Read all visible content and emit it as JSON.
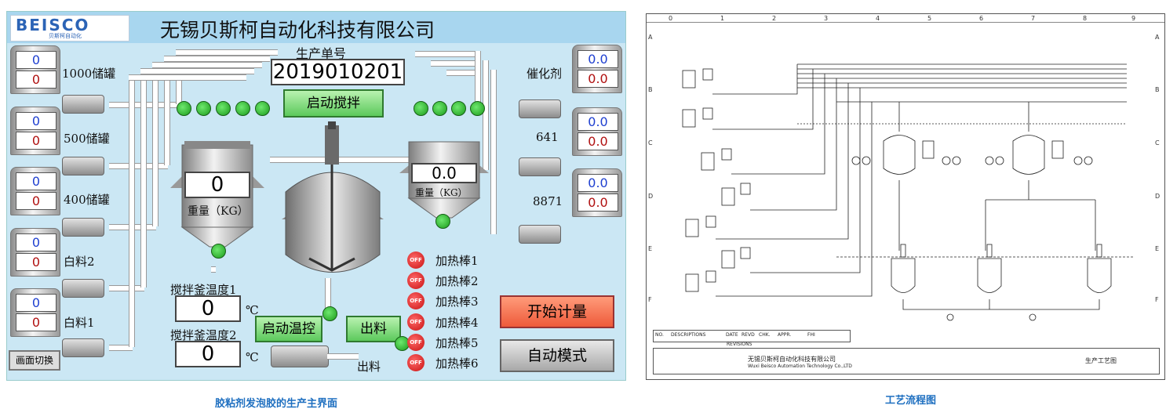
{
  "hmi": {
    "company_name": "无锡贝斯柯自动化科技有限公司",
    "logo_text": "BEISCO",
    "logo_sub": "贝斯柯自动化",
    "order_label": "生产单号",
    "order_number": "2019010201",
    "storage_tanks": [
      {
        "label": "1000储罐",
        "value_top": "0",
        "value_bottom": "0"
      },
      {
        "label": "500储罐",
        "value_top": "0",
        "value_bottom": "0"
      },
      {
        "label": "400储罐",
        "value_top": "0",
        "value_bottom": "0"
      },
      {
        "label": "白料2",
        "value_top": "0",
        "value_bottom": "0"
      },
      {
        "label": "白料1",
        "value_top": "0",
        "value_bottom": "0"
      }
    ],
    "right_tanks": [
      {
        "label": "催化剂",
        "value_top": "0.0",
        "value_bottom": "0.0"
      },
      {
        "label": "641",
        "value_top": "0.0",
        "value_bottom": "0.0"
      },
      {
        "label": "8871",
        "value_top": "0.0",
        "value_bottom": "0.0"
      }
    ],
    "start_mix_button": "启动搅拌",
    "left_weigh": {
      "value": "0",
      "unit_label": "重量（KG）"
    },
    "right_weigh": {
      "value": "0.0",
      "unit_label": "重量（KG）"
    },
    "temp1": {
      "label": "搅拌釜温度1",
      "value": "0",
      "unit": "℃"
    },
    "temp2": {
      "label": "搅拌釜温度2",
      "value": "0",
      "unit": "℃"
    },
    "start_temp_button": "启动温控",
    "discharge_button": "出料",
    "discharge_label": "出料",
    "heaters": [
      {
        "state": "OFF",
        "label": "加热棒1"
      },
      {
        "state": "OFF",
        "label": "加热棒2"
      },
      {
        "state": "OFF",
        "label": "加热棒3"
      },
      {
        "state": "OFF",
        "label": "加热棒4"
      },
      {
        "state": "OFF",
        "label": "加热棒5"
      },
      {
        "state": "OFF",
        "label": "加热棒6"
      }
    ],
    "start_meter_button": "开始计量",
    "auto_mode_button": "自动模式",
    "screen_switch_button": "画面切换"
  },
  "drawing": {
    "col_numbers": [
      "0",
      "1",
      "2",
      "3",
      "4",
      "5",
      "6",
      "7",
      "8",
      "9"
    ],
    "row_letters": [
      "A",
      "B",
      "C",
      "D",
      "E",
      "F"
    ],
    "company_name": "无锡贝斯柯自动化科技有限公司",
    "company_en": "Wuxi Beisco Automation Technology Co.,LTD",
    "drawing_title": "生产工艺图",
    "revision_header": [
      "NO.",
      "DESCRIPTIONS",
      "DATE",
      "REVD",
      "CHK.",
      "APPR.",
      "FHI"
    ],
    "revisions_label": "REVISIONS"
  },
  "captions": {
    "left": "胶粘剂发泡胶的生产主界面",
    "right": "工艺流程图"
  }
}
